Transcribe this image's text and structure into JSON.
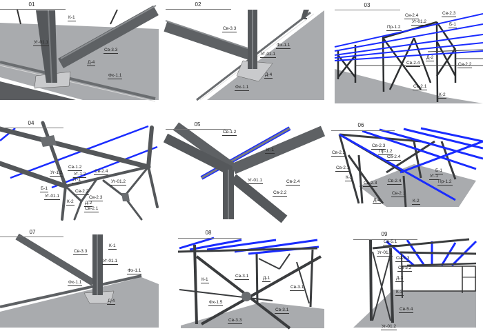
{
  "panels": [
    {
      "title": "01",
      "labels": [
        "К-1",
        "Уг-01.1",
        "Св-3.3",
        "Д-4",
        "Фх-1.1"
      ]
    },
    {
      "title": "02",
      "labels": [
        "Св-3.3",
        "Фх-1.1",
        "Уг-01.1",
        "Д-4",
        "Фх-1.1"
      ]
    },
    {
      "title": "03",
      "labels": [
        "Св-2.4",
        "Св-2.3",
        "Уг-01.2",
        "Пр-1.2",
        "Б-1",
        "Д-2",
        "Св-2.4",
        "Св-2.2",
        "Св-2.1",
        "К-2"
      ]
    },
    {
      "title": "04",
      "labels": [
        "Св-1.2",
        "Уг-1.2",
        "Уг-1.2",
        "Уг-1",
        "Св-2.4",
        "Уг-01.2",
        "Б-1",
        "Св-2.2",
        "Уг-01.1",
        "К-2",
        "Св-2.3",
        "Д-2",
        "Св-2.1"
      ]
    },
    {
      "title": "05",
      "labels": [
        "Св-1.2",
        "Уг-1",
        "Уг-01.1",
        "Св-2.4",
        "Св-2.2"
      ]
    },
    {
      "title": "06",
      "labels": [
        "Св-2.3",
        "Пр-1.2",
        "Св-2.2",
        "Св-2.4",
        "Св-2.1",
        "Б-1",
        "К-2",
        "Уг-1",
        "Пр-1.2",
        "Св-2.3",
        "Св-2.4",
        "Св-2.1",
        "Д-4",
        "К-2"
      ]
    },
    {
      "title": "07",
      "labels": [
        "К-1",
        "Св-3.3",
        "Уг-01.1",
        "Фх-1.1",
        "Фх-1.1",
        "Д-4"
      ]
    },
    {
      "title": "08",
      "labels": [
        "К-1",
        "Св-3.1",
        "Д-1",
        "Св-3.1",
        "Фх-1.5",
        "Св-3.1",
        "Св-3.3"
      ]
    },
    {
      "title": "09",
      "labels": [
        "Св-5.1",
        "Уг-01.2",
        "Св-5.3",
        "Св-5.2",
        "Д-3",
        "К-3",
        "Св-5.4",
        "Уг-01.2"
      ]
    }
  ],
  "colors": {
    "steel": "#4a4d50",
    "purlin": "#1a2cff",
    "floor": "#a9abae"
  }
}
